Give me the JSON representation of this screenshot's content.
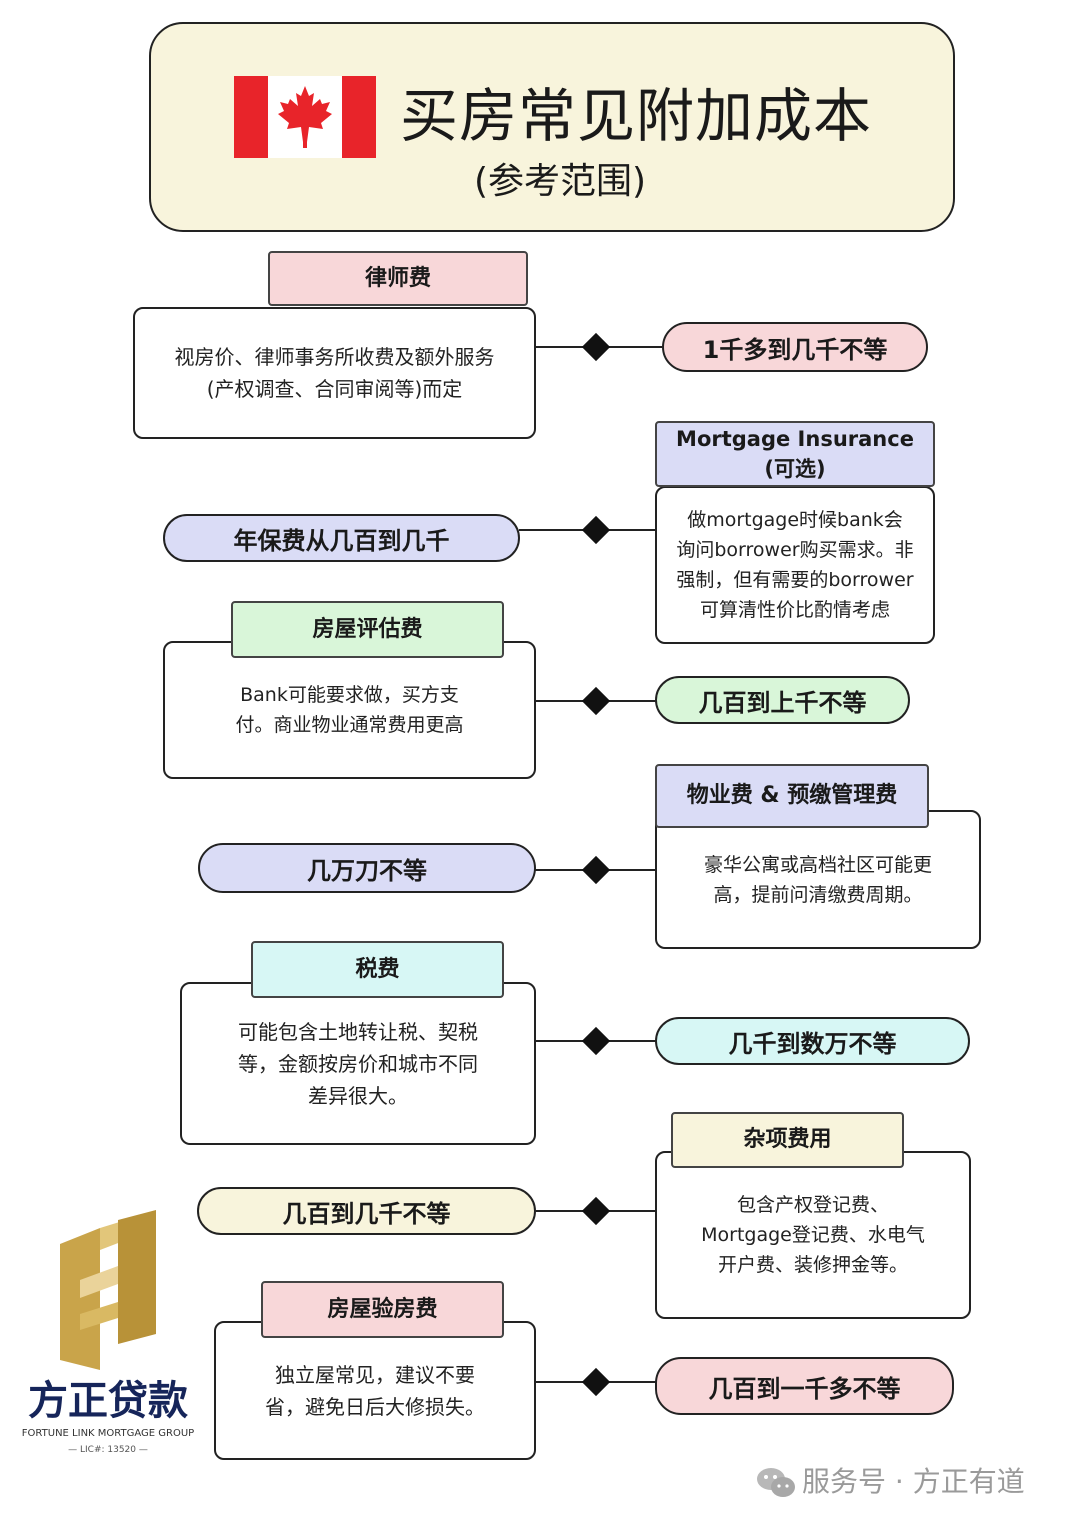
{
  "header": {
    "title": "买房常见附加成本",
    "subtitle": "(参考范围)",
    "flag_icon": "canada-flag-icon",
    "flag_color": "#e8242a",
    "background": "#f8f4dc"
  },
  "items": [
    {
      "label": "律师费",
      "label_color": "#f8d7d9",
      "description": [
        "视房价、律师事务所收费及额外服务",
        "(产权调查、合同审阅等)而定"
      ],
      "range": "1千多到几千不等"
    },
    {
      "label_lines": [
        "Mortgage Insurance",
        "(可选)"
      ],
      "label_color": "#dadcf6",
      "description": [
        "做mortgage时候bank会",
        "询问borrower购买需求。非",
        "强制，但有需要的borrower",
        "可算清性价比酌情考虑"
      ],
      "range": "年保费从几百到几千"
    },
    {
      "label": "房屋评估费",
      "label_color": "#d9f6d9",
      "description": [
        "Bank可能要求做，买方支",
        "付。商业物业通常费用更高"
      ],
      "range": "几百到上千不等"
    },
    {
      "label": "物业费 & 预缴管理费",
      "label_color": "#dadcf6",
      "description": [
        "豪华公寓或高档社区可能更",
        "高，提前问清缴费周期。"
      ],
      "range": "几万刀不等"
    },
    {
      "label": "税费",
      "label_color": "#d7f7f5",
      "description": [
        "可能包含土地转让税、契税",
        "等，金额按房价和城市不同",
        "差异很大。"
      ],
      "range": "几千到数万不等"
    },
    {
      "label": "杂项费用",
      "label_color": "#f8f4dc",
      "description": [
        "包含产权登记费、",
        "Mortgage登记费、水电气",
        "开户费、装修押金等。"
      ],
      "range": "几百到几千不等"
    },
    {
      "label": "房屋验房费",
      "label_color": "#f8d7d9",
      "description": [
        "独立屋常见，建议不要",
        "省，避免日后大修损失。"
      ],
      "range": "几百到一千多不等"
    }
  ],
  "logo": {
    "mark_icon": "fangzheng-logo-mark",
    "name": "方正贷款",
    "english": "FORTUNE LINK MORTGAGE GROUP",
    "license": "— LIC#: 13520 —",
    "gold": "#c9a44a",
    "navy": "#16255a"
  },
  "watermark": {
    "icon": "wechat-icon",
    "text": "服务号 · 方正有道"
  }
}
